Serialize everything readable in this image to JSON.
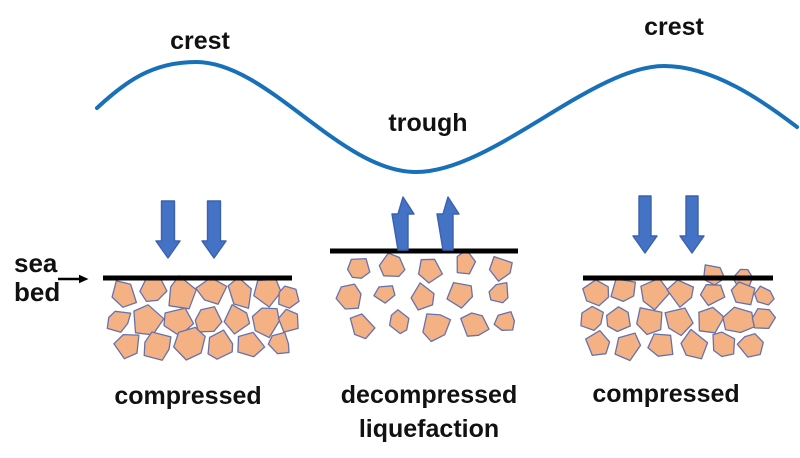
{
  "diagram": {
    "wave": {
      "crest_left_label": "crest",
      "trough_label": "trough",
      "crest_right_label": "crest",
      "color": "#1770B8"
    },
    "seabed": {
      "label_line1": "sea",
      "label_line2": "bed"
    },
    "sections": [
      {
        "position": "left",
        "label": "compressed",
        "arrow_direction": "down",
        "arrow_count": 2
      },
      {
        "position": "middle",
        "label_line1": "decompressed",
        "label_line2": "liquefaction",
        "arrow_direction": "up",
        "arrow_count": 2
      },
      {
        "position": "right",
        "label": "compressed",
        "arrow_direction": "down",
        "arrow_count": 2
      }
    ],
    "colors": {
      "wave": "#1770B8",
      "arrow_fill": "#4472C4",
      "arrow_stroke": "#3A62AE",
      "grain_fill": "#F4B183",
      "grain_stroke": "#6672AE",
      "seabed_line": "#000000",
      "text": "#111111",
      "background": "#FFFFFF"
    }
  }
}
